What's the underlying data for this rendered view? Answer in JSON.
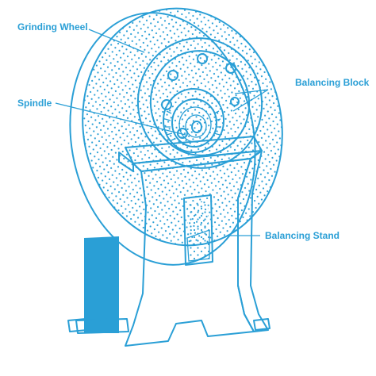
{
  "colors": {
    "line": "#2a9fd6",
    "background": "#ffffff",
    "text": "#2a9fd6"
  },
  "labels": {
    "grinding_wheel": "Grinding Wheel",
    "spindle": "Spindle",
    "balancing_block": "Balancing Block",
    "balancing_stand": "Balancing Stand"
  }
}
